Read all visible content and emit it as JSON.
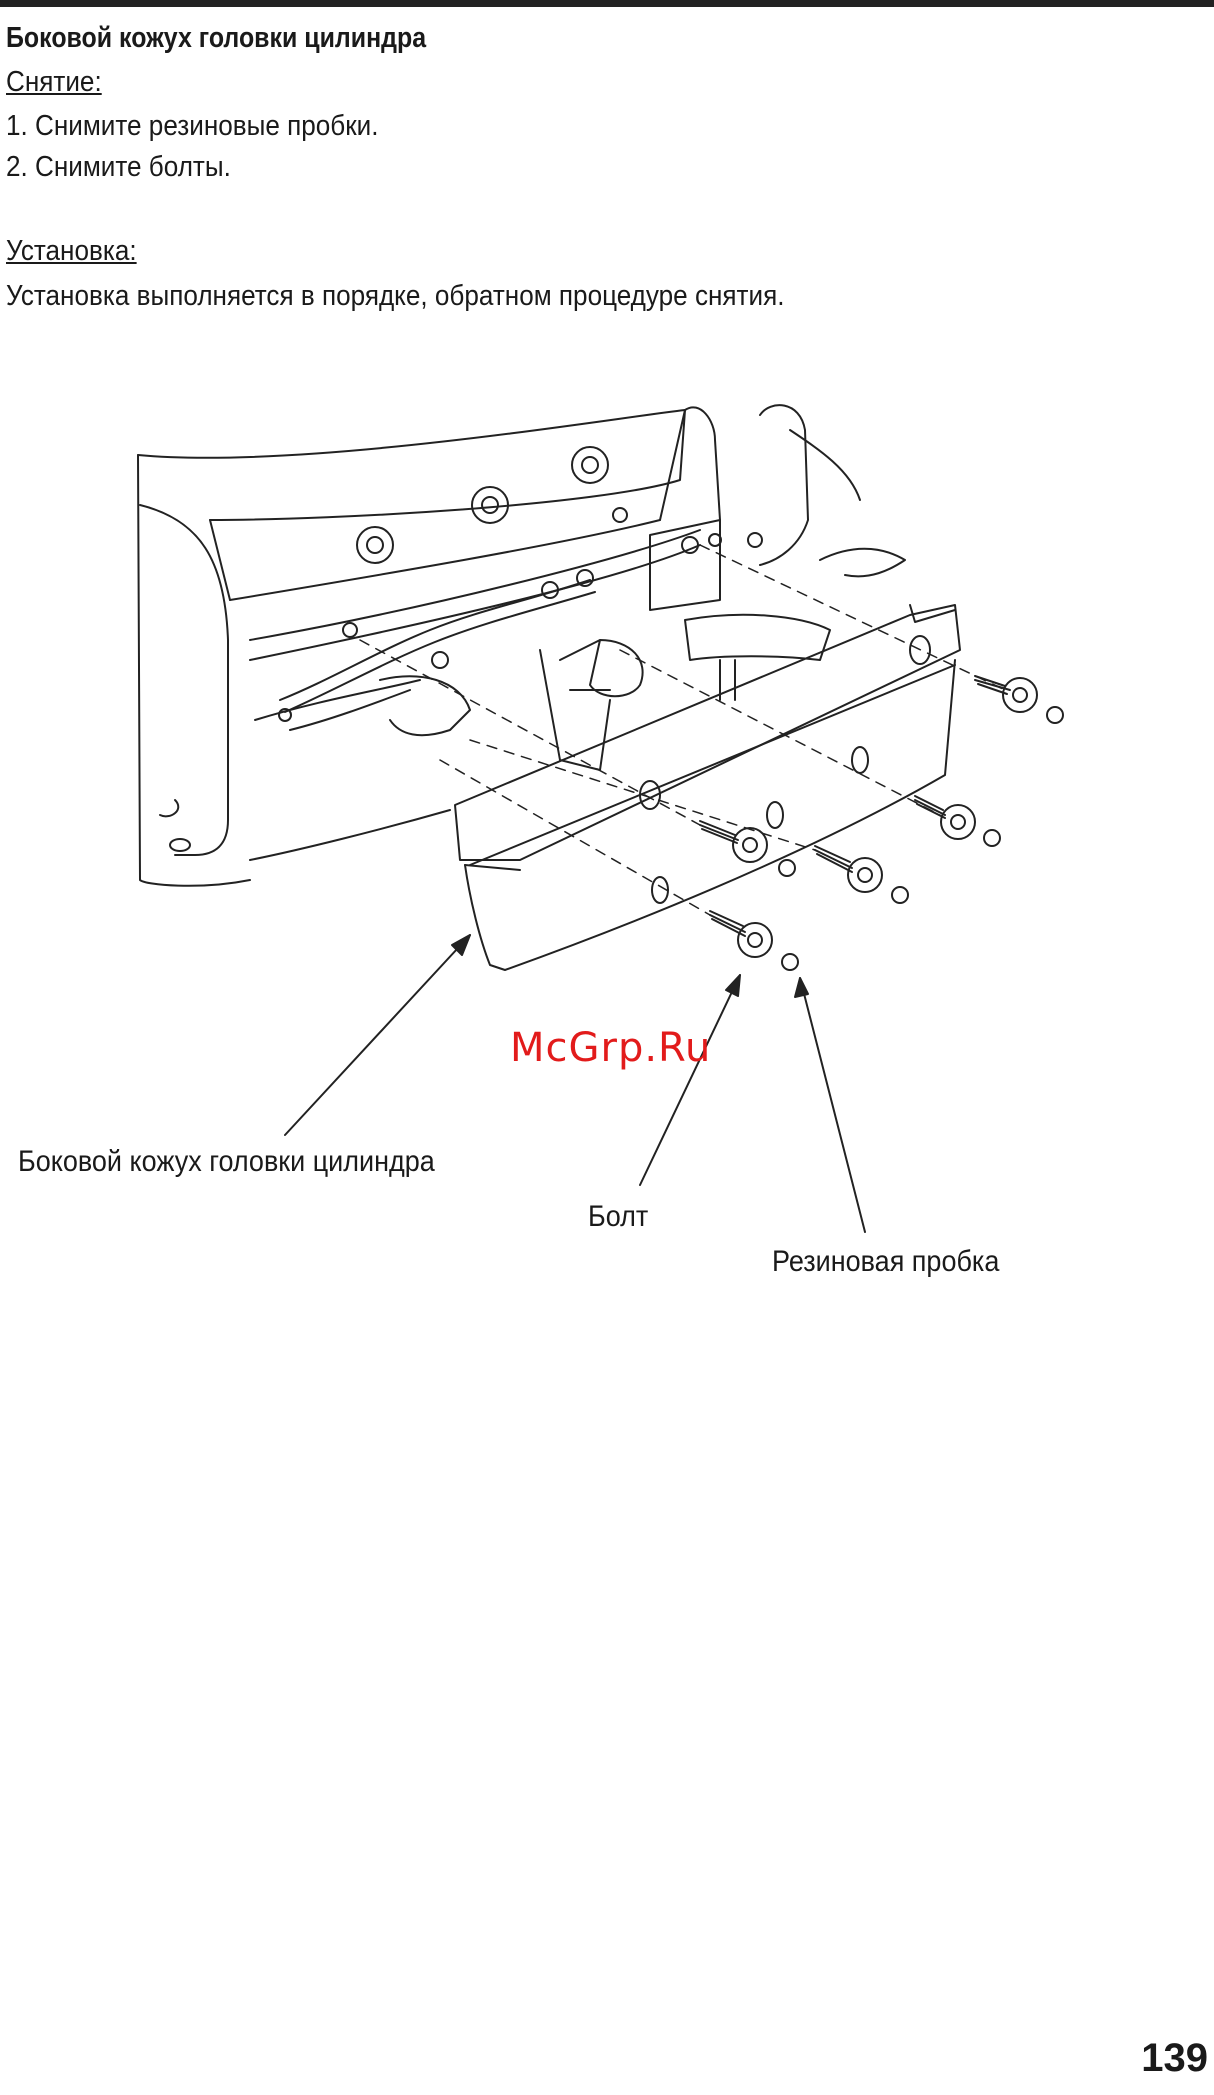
{
  "section_title": "Боковой кожух головки цилиндра",
  "removal": {
    "heading": "Снятие:",
    "steps": [
      "1.  Снимите резиновые пробки.",
      "2.  Снимите болты."
    ]
  },
  "install": {
    "heading": "Установка:",
    "text": "Установка выполняется в порядке, обратном процедуре снятия."
  },
  "figure": {
    "watermark": "McGrp.Ru",
    "callouts": {
      "cover": "Боковой кожух головки цилиндра",
      "bolt": "Болт",
      "plug": "Резиновая пробка"
    }
  },
  "page_number": "139"
}
